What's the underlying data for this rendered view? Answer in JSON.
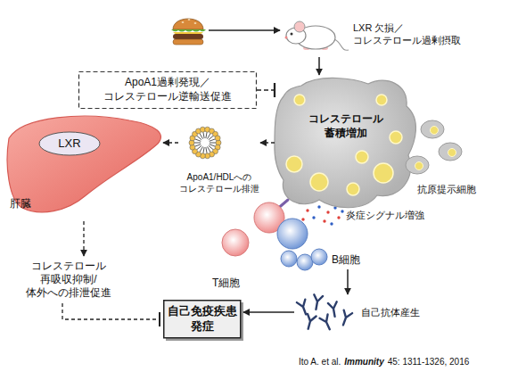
{
  "diagram": {
    "nodes": [
      {
        "text": [
          "LXR 欠損／ コレステロール過剰摂取"
        ]
      },
      {
        "text": [
          "ApoA1過剰発現／ コレステロール逆輸送促進"
        ]
      },
      {
        "text": [
          "コレステロール 蓄積増加",
          "抗原提示細胞"
        ]
      },
      {
        "text": [
          "肝臓"
        ]
      },
      {
        "text": [
          "LXR"
        ],
        "in": 3
      },
      {
        "text": [
          "ApoA1/HDLへの コレステロール排泄"
        ]
      },
      {
        "text": [
          "T細胞"
        ]
      },
      {
        "text": [
          "B細胞"
        ]
      },
      {
        "text": [
          "自己抗体産生"
        ]
      },
      {
        "text": [
          "自己免疫疾患 発症"
        ]
      }
    ],
    "edges": [
      {
        "from": 0,
        "to": 2,
        "arrow": "to"
      },
      {
        "from": 1,
        "to": 2,
        "arrow": "to"
      },
      {
        "from": 2,
        "to": 5,
        "arrow": "to"
      },
      {
        "from": 5,
        "to": 3,
        "arrow": "to"
      },
      {
        "from": 7,
        "to": 8,
        "arrow": "to"
      },
      {
        "from": 8,
        "to": 9,
        "arrow": "to"
      }
    ],
    "labels": [
      "炎症シグナル増強",
      "コレステロール 再吸収抑制/ 体外への排泄促進",
      "Ito A. et al.",
      "Immunity",
      "45: 1311-1326, 2016"
    ]
  }
}
